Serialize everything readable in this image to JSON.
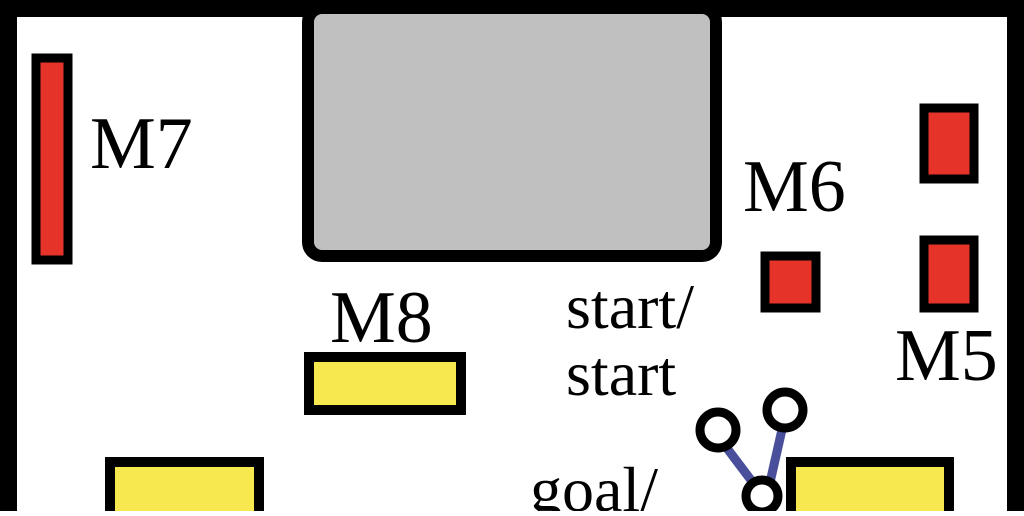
{
  "diagram": {
    "colors": {
      "background": "#ffffff",
      "wall": "#000000",
      "obstacle": "#c0c0c0",
      "red_marker": "#e5332a",
      "yellow_marker": "#f7e84f",
      "path": "#4a4f9c"
    },
    "labels": {
      "m7": "M7",
      "m6": "M6",
      "m8": "M8",
      "m5": "M5",
      "start_line1": "start/",
      "start_line2": "start",
      "goal_line1": "goal/"
    }
  }
}
